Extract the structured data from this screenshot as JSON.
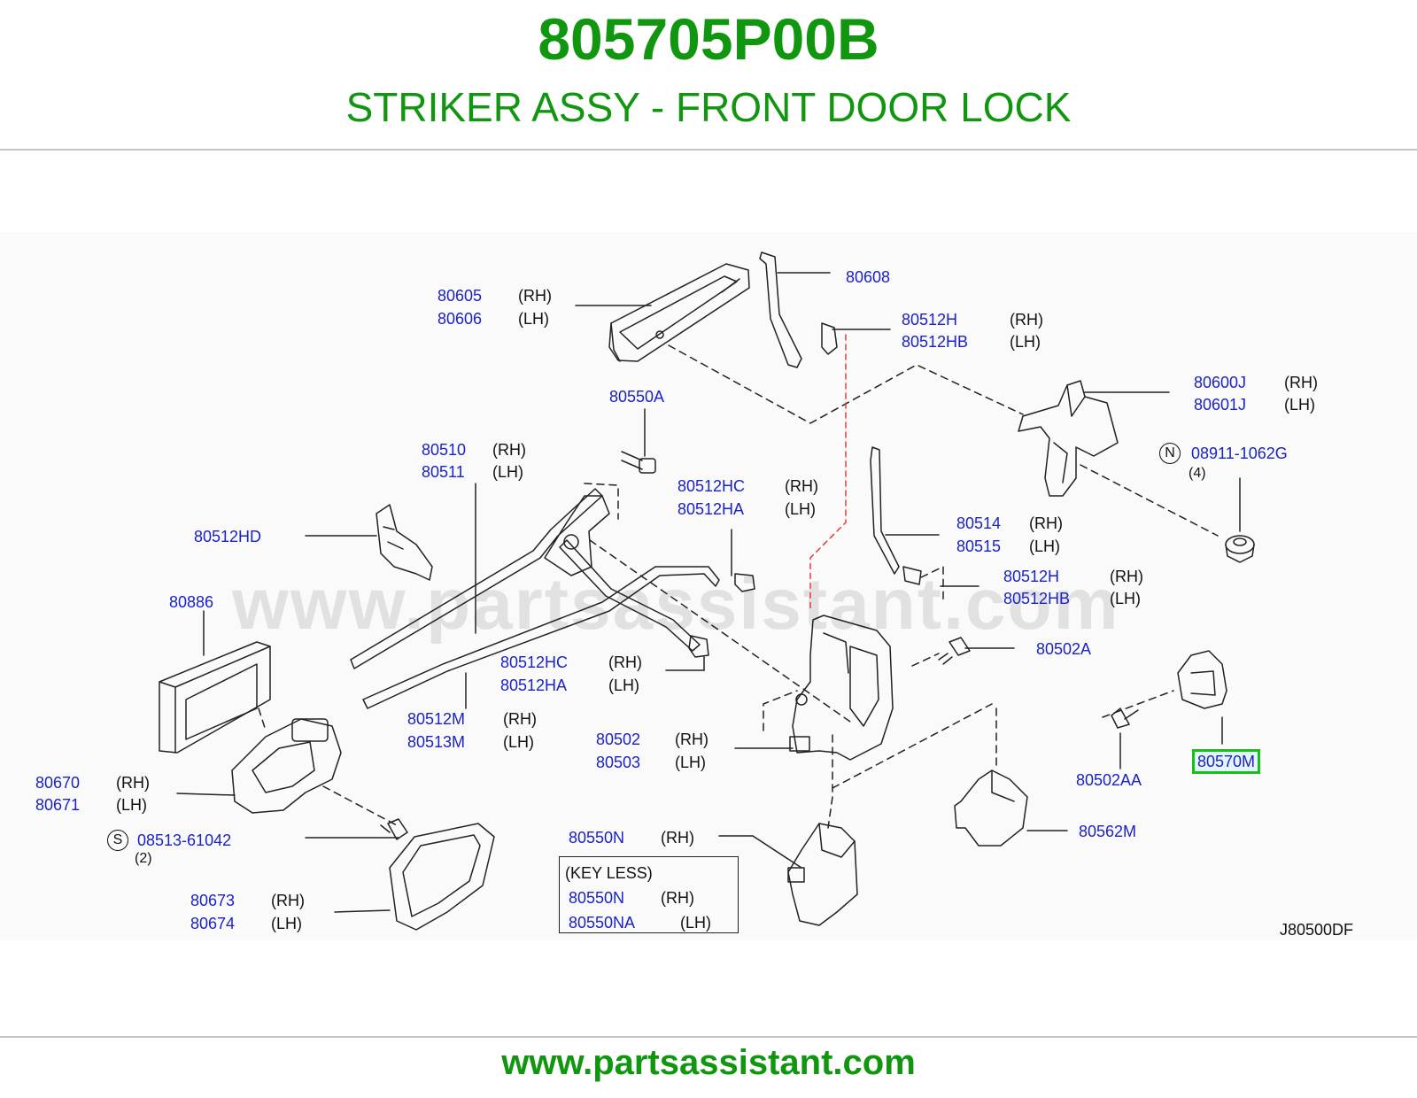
{
  "header": {
    "part_number": "805705P00B",
    "description": "STRIKER ASSY - FRONT DOOR LOCK"
  },
  "footer": {
    "url": "www.partsassistant.com"
  },
  "watermark": "www.partsassistant.com",
  "diagram_code": "J80500DF",
  "labels": {
    "p80608": "80608",
    "p80605": "80605",
    "p80606": "80606",
    "p80512h_a": "80512H",
    "p80512hb_a": "80512HB",
    "p80600j": "80600J",
    "p80601j": "80601J",
    "p80550a": "80550A",
    "p80510": "80510",
    "p80511": "80511",
    "p80512hc_a": "80512HC",
    "p80512ha_a": "80512HA",
    "p80512hd": "80512HD",
    "p08911": "08911-1062G",
    "p80514": "80514",
    "p80515": "80515",
    "p80512h_b": "80512H",
    "p80512hb_b": "80512HB",
    "p80886": "80886",
    "p80502a": "80502A",
    "p80512hc_b": "80512HC",
    "p80512ha_b": "80512HA",
    "p80512m": "80512M",
    "p80513m": "80513M",
    "p80502": "80502",
    "p80503": "80503",
    "p80570m": "80570M",
    "p80670": "80670",
    "p80671": "80671",
    "p80502aa": "80502AA",
    "p08513": "08513-61042",
    "p80562m": "80562M",
    "p80550n_a": "80550N",
    "p80550n_b": "80550N",
    "p80550na": "80550NA",
    "p80673": "80673",
    "p80674": "80674"
  },
  "sides": {
    "rh": "(RH)",
    "lh": "(LH)"
  },
  "symbols": {
    "n": "N",
    "s": "S"
  },
  "quantities": {
    "q4": "(4)",
    "q2": "(2)"
  },
  "keyless": {
    "heading": "(KEY   LESS)"
  },
  "colors": {
    "brand_green": "#11960f",
    "part_blue": "#1b22c6",
    "highlight_green": "#16c216"
  }
}
